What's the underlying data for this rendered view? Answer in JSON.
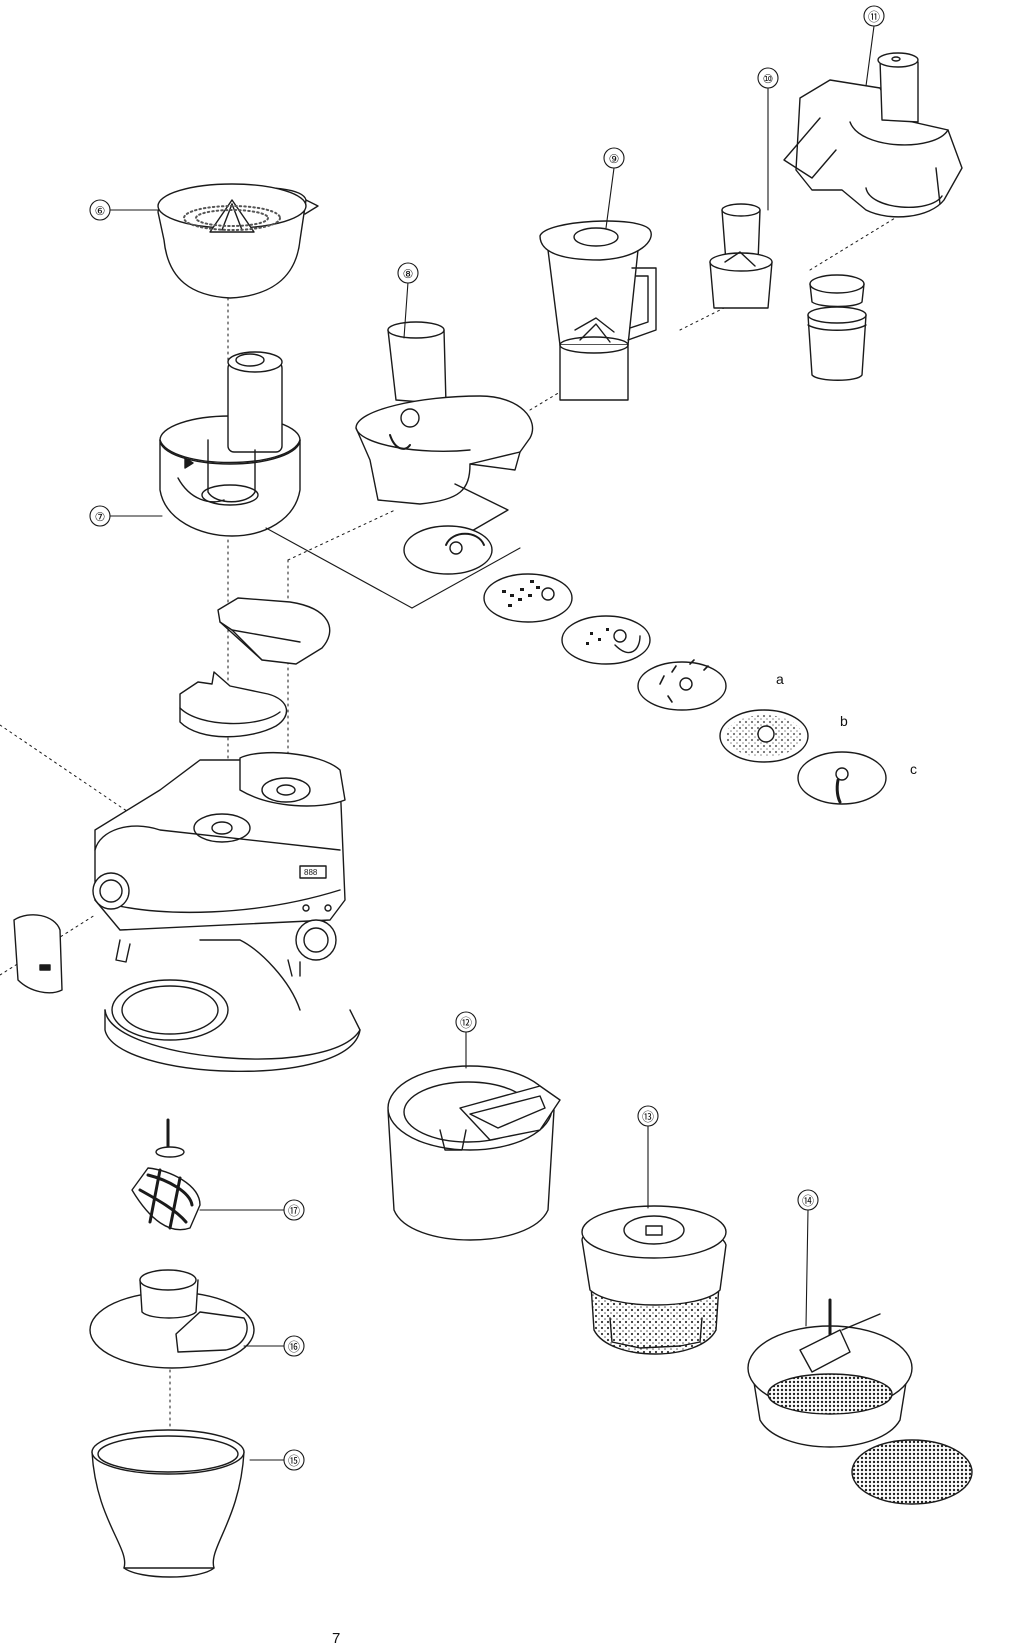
{
  "callouts": [
    {
      "id": "part-6",
      "label": "⑥"
    },
    {
      "id": "part-7",
      "label": "⑦"
    },
    {
      "id": "part-8",
      "label": "⑧"
    },
    {
      "id": "part-9",
      "label": "⑨"
    },
    {
      "id": "part-10",
      "label": "⑩"
    },
    {
      "id": "part-11",
      "label": "⑪"
    },
    {
      "id": "part-12",
      "label": "⑫"
    },
    {
      "id": "part-13",
      "label": "⑬"
    },
    {
      "id": "part-14",
      "label": "⑭"
    },
    {
      "id": "part-15",
      "label": "⑮"
    },
    {
      "id": "part-16",
      "label": "⑯"
    },
    {
      "id": "part-17",
      "label": "⑰"
    }
  ],
  "disc_letters": [
    "a",
    "b",
    "c"
  ],
  "page_number": "7",
  "colors": {
    "line": "#1a1a1a",
    "fill": "#ffffff",
    "shade": "#9a9a9a"
  }
}
